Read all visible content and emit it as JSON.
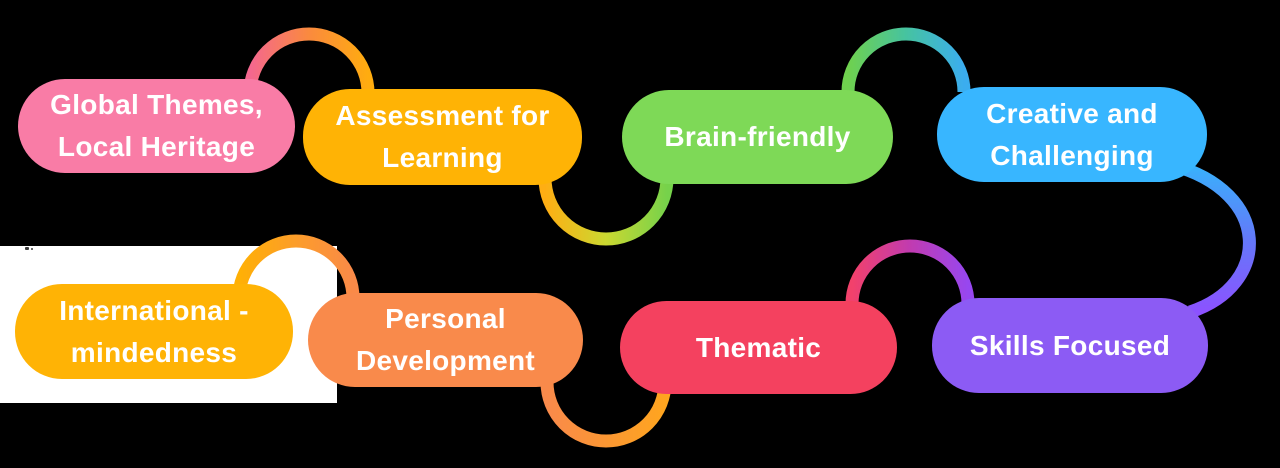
{
  "figure": {
    "background_color": "#000000",
    "text_color": "#FFFFFF",
    "white_patch_color": "#FFFFFF"
  },
  "pills": [
    {
      "id": "global-themes-local-heritage",
      "lines": [
        "Global Themes,",
        "Local Heritage"
      ],
      "color": "#F97CA6"
    },
    {
      "id": "assessment-for-learning",
      "lines": [
        "Assessment for",
        "Learning"
      ],
      "color": "#FFB305"
    },
    {
      "id": "brain-friendly",
      "lines": [
        "Brain-friendly"
      ],
      "color": "#7ED957"
    },
    {
      "id": "creative-and-challenging",
      "lines": [
        "Creative and",
        "Challenging"
      ],
      "color": "#38B6FF"
    },
    {
      "id": "international-mindedness",
      "lines": [
        "International -",
        "mindedness"
      ],
      "color": "#FFB305"
    },
    {
      "id": "personal-development",
      "lines": [
        "Personal",
        "Development"
      ],
      "color": "#F98A4B"
    },
    {
      "id": "thematic",
      "lines": [
        "Thematic"
      ],
      "color": "#F4415F"
    },
    {
      "id": "skills-focused",
      "lines": [
        "Skills Focused"
      ],
      "color": "#8C5BF4"
    }
  ],
  "connectors": [
    {
      "id": "pink-to-amber-top-arc",
      "stops": [
        "#F4678F",
        "#FA8A3E",
        "#FFAC0F"
      ]
    },
    {
      "id": "amber-to-green-bottom-arc",
      "stops": [
        "#FFAE13",
        "#CBD831",
        "#76D24B"
      ]
    },
    {
      "id": "green-to-blue-top-arc",
      "stops": [
        "#6FD14E",
        "#46C3A0",
        "#3BADEF"
      ]
    },
    {
      "id": "blue-to-purple-side-curve",
      "stops": [
        "#38B2FC",
        "#6379F9",
        "#8C52FF"
      ]
    },
    {
      "id": "amber-to-orange-top-arc",
      "stops": [
        "#FFB005",
        "#FC9D2A",
        "#FA8A48"
      ]
    },
    {
      "id": "orange-to-amber-bottom-arc",
      "stops": [
        "#F98A4B",
        "#FB9733",
        "#FFA51F"
      ]
    },
    {
      "id": "red-to-purple-top-arc",
      "stops": [
        "#F2416B",
        "#C13BB0",
        "#9747F0"
      ]
    }
  ]
}
